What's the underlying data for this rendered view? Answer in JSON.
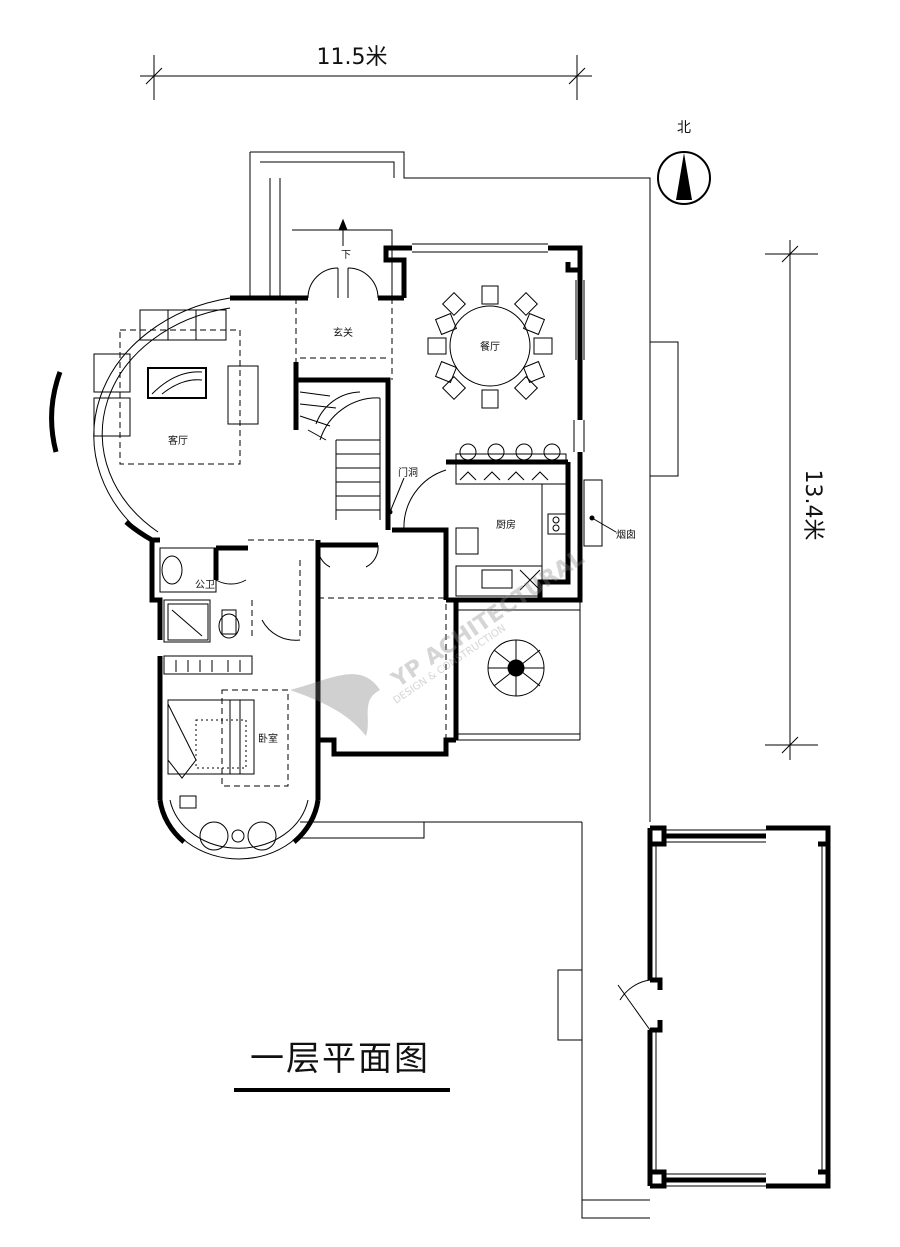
{
  "dimensions": {
    "width_label": "11.5米",
    "depth_label": "13.4米"
  },
  "compass": {
    "label": "北"
  },
  "rooms": {
    "entrance": "玄关",
    "down_arrow": "下",
    "living_room": "客厅",
    "dining_room": "餐厅",
    "kitchen": "厨房",
    "door_opening": "门洞",
    "flue": "烟囱",
    "public_bath": "公卫",
    "bedroom": "卧室"
  },
  "watermark": {
    "brand": "YP ACHITECTURAL",
    "tagline": "DESIGN & CONSTRUCTION"
  },
  "title": "一层平面图"
}
